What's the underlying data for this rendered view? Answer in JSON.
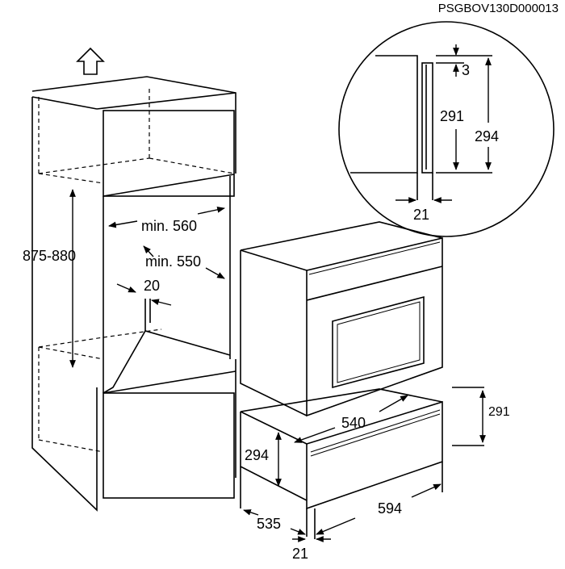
{
  "document_code": "PSGBOV130D000013",
  "cabinet": {
    "height_label": "875-880",
    "width_label": "min. 560",
    "depth_label": "min. 550",
    "gap_label": "20"
  },
  "detail": {
    "offset_label": "3",
    "inner_height_label": "291",
    "outer_height_label": "294",
    "thickness_label": "21"
  },
  "appliance": {
    "depth_label": "540",
    "drawer_height_right_label": "291",
    "drawer_height_left_label": "294",
    "drawer_depth_label": "535",
    "drawer_width_label": "594",
    "front_thickness_label": "21"
  }
}
